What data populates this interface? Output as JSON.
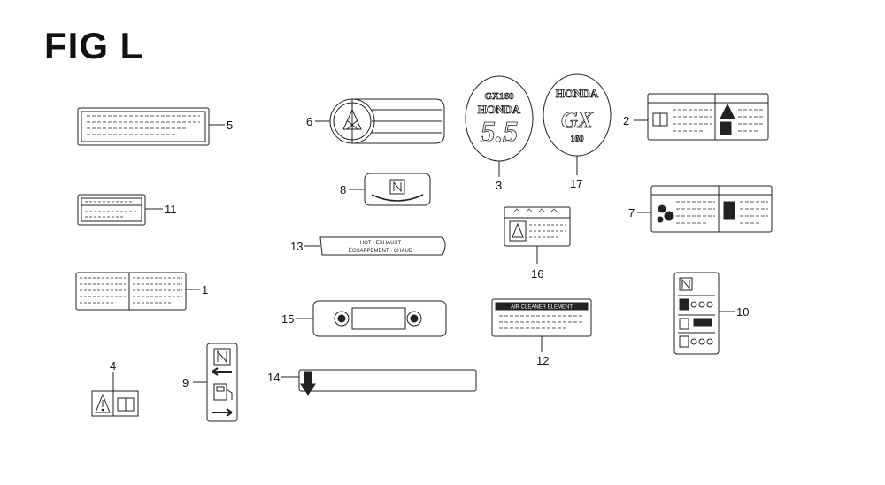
{
  "figure": {
    "title": "FIG L",
    "colors": {
      "line": "#222222",
      "background": "#ffffff"
    }
  },
  "parts": {
    "p1": "1",
    "p2": "2",
    "p3": "3",
    "p4": "4",
    "p5": "5",
    "p6": "6",
    "p7": "7",
    "p8": "8",
    "p9": "9",
    "p10": "10",
    "p11": "11",
    "p12": "12",
    "p13": "13",
    "p14": "14",
    "p15": "15",
    "p16": "16",
    "p17": "17"
  },
  "label_text": {
    "decal_3_top": "GX160",
    "decal_3_brand": "HONDA",
    "decal_3_power": "5.5",
    "decal_17_brand": "HONDA",
    "decal_17_model": "GX",
    "decal_17_size": "160",
    "label_13_line1": "HOT · EXHAUST",
    "label_13_line2": "ÉCHAPPEMENT · CHAUD",
    "label_12_header": "AIR CLEANER ELEMENT"
  },
  "icons": [
    "warning-triangle-icon",
    "manual-book-icon",
    "fuel-can-icon",
    "neutral-n-icon",
    "arrow-down-icon",
    "exclamation-icon"
  ]
}
